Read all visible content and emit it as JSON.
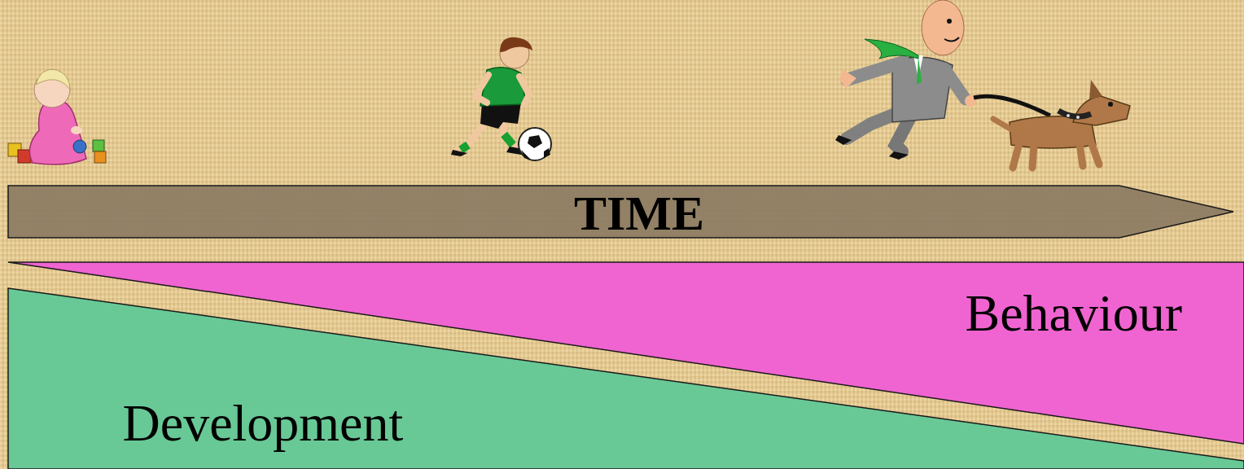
{
  "diagram": {
    "nodes": [
      {
        "text": [
          "TIME"
        ]
      },
      {
        "text": [
          "Behaviour"
        ]
      },
      {
        "text": [
          "Development"
        ]
      }
    ]
  }
}
